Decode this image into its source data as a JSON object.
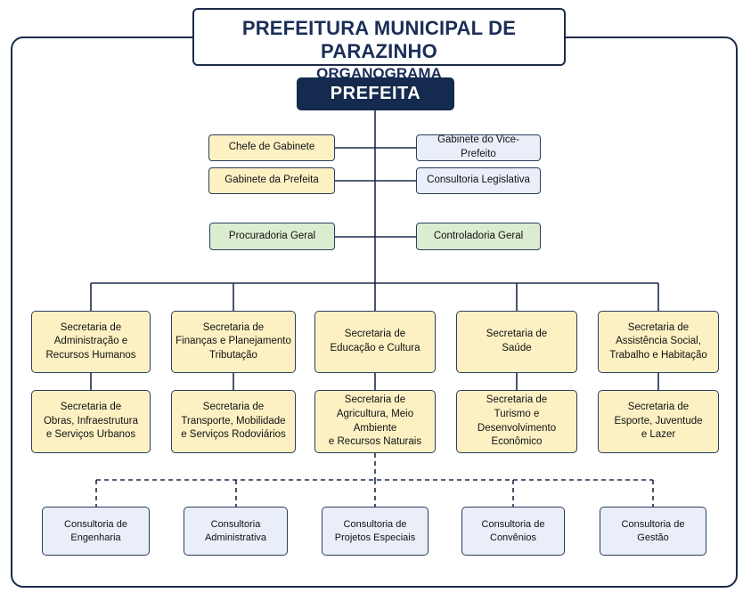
{
  "header": {
    "title": "PREFEITURA MUNICIPAL DE PARAZINHO",
    "subtitle": "ORGANOGRAMA"
  },
  "mayor": "PREFEITA",
  "staff_left": [
    "Chefe de Gabinete",
    "Gabinete da Prefeita"
  ],
  "staff_right": [
    "Gabinete do Vice-Prefeito",
    "Consultoria Legislativa"
  ],
  "control": [
    "Procuradoria Geral",
    "Controladoria Geral"
  ],
  "secretariats_row1": [
    "Secretaria de\nAdministração e\nRecursos Humanos",
    "Secretaria de\nFinanças e Planejamento\nTributação",
    "Secretaria de\nEducação e Cultura",
    "Secretaria de\nSaúde",
    "Secretaria de\nAssistência Social,\nTrabalho e Habitação"
  ],
  "secretariats_row2": [
    "Secretaria de\nObras, Infraestrutura\ne Serviços Urbanos",
    "Secretaria de\nTransporte, Mobilidade\ne Serviços Rodoviários",
    "Secretaria de\nAgricultura, Meio Ambiente\ne Recursos Naturais",
    "Secretaria de\nTurismo e Desenvolvimento\nEconômico",
    "Secretaria de\nEsporte, Juventude\ne Lazer"
  ],
  "consultancies": [
    "Consultoria de\nEngenharia",
    "Consultoria\nAdministrativa",
    "Consultoria de\nProjetos Especiais",
    "Consultoria de\nConvênios",
    "Consultoria de\nGestão"
  ],
  "colors": {
    "navy": "#142a4f",
    "yellow_fill": "#fdf1c4",
    "blue_fill": "#e9eef8",
    "green_fill": "#dcecd1",
    "line": "#1c2b4a"
  }
}
